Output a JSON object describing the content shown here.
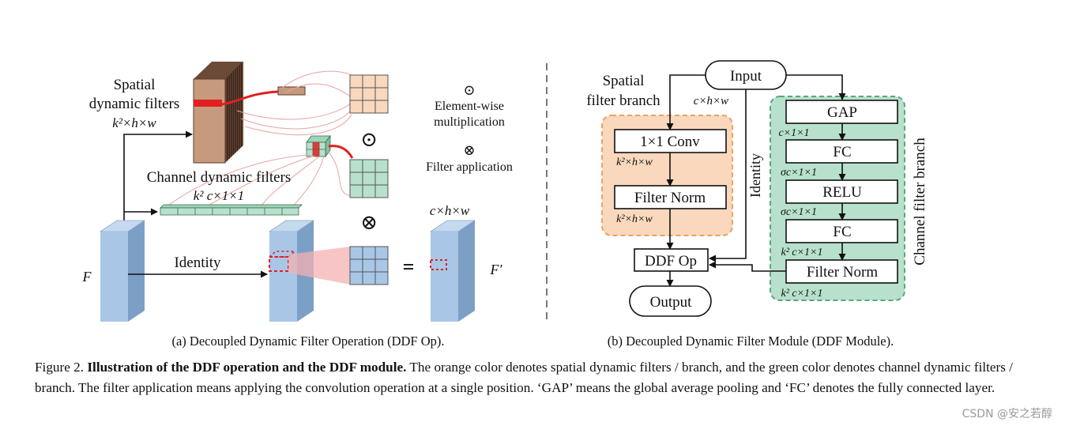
{
  "panel_a": {
    "spatial_title_1": "Spatial",
    "spatial_title_2": "dynamic filters",
    "spatial_dims": "k²×h×w",
    "channel_title": "Channel dynamic filters",
    "channel_dims": "k² c×1×1",
    "identity": "Identity",
    "input_label": "F",
    "output_label": "F′",
    "output_dims": "c×h×w",
    "elementwise_symbol": "⊙",
    "elementwise_1": "Element-wise",
    "elementwise_2": "multiplication",
    "filterapp_symbol": "⊗",
    "filterapp": "Filter application",
    "odot": "⊙",
    "otimes": "⊗",
    "equals": "=",
    "subcaption": "(a)  Decoupled Dynamic Filter Operation (DDF Op)."
  },
  "panel_b": {
    "input": "Input",
    "input_dims": "c×h×w",
    "spatial_branch_1": "Spatial",
    "spatial_branch_2": "filter branch",
    "conv": "1×1 Conv",
    "conv_dims": "k²×h×w",
    "filter_norm_s": "Filter Norm",
    "filter_norm_s_dims": "k²×h×w",
    "identity": "Identity",
    "ddf_op": "DDF Op",
    "output": "Output",
    "gap": "GAP",
    "gap_dims": "c×1×1",
    "fc1": "FC",
    "fc1_dims": "σc×1×1",
    "relu": "RELU",
    "relu_dims": "σc×1×1",
    "fc2": "FC",
    "fc2_dims": "k² c×1×1",
    "filter_norm_c": "Filter Norm",
    "filter_norm_c_dims": "k² c×1×1",
    "channel_branch": "Channel filter branch",
    "subcaption": "(b)  Decoupled Dynamic Filter Module (DDF Module)."
  },
  "caption": {
    "prefix": "Figure 2. ",
    "bold": "Illustration of the DDF operation and the DDF module.",
    "rest": " The orange color denotes spatial dynamic filters / branch, and the green color denotes channel dynamic filters / branch. The filter application means applying the convolution operation at a single position. ‘GAP’ means the global average pooling and ‘FC’ denotes the fully connected layer."
  },
  "watermark": "CSDN @安之若醇",
  "colors": {
    "orange_fill": "#f9d8bd",
    "orange_border": "#f0a060",
    "green_fill": "#b7e1cc",
    "green_border": "#5aa77e",
    "blue": "#a9c6e6",
    "blue_dark": "#7c9fc6",
    "red": "#e02020",
    "brown": "#b98e72",
    "brown_dark": "#6b4a38"
  }
}
